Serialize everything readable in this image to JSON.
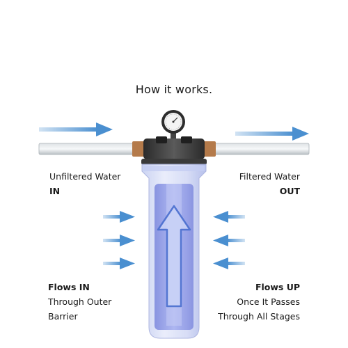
{
  "title": "How it works.",
  "inlet": {
    "line1": "Unfiltered Water",
    "line2": "IN"
  },
  "outlet": {
    "line1": "Filtered Water",
    "line2": "OUT"
  },
  "flow_in": {
    "heading": "Flows IN",
    "line1": "Through Outer",
    "line2": "Barrier"
  },
  "flow_up": {
    "heading": "Flows UP",
    "line1": "Once It Passes",
    "line2": "Through All Stages"
  },
  "colors": {
    "arrow": "#4a8fd0",
    "housing": "#b8c8ee",
    "cartridge": "#8f9ce4",
    "cap": "#3a3a3a"
  }
}
